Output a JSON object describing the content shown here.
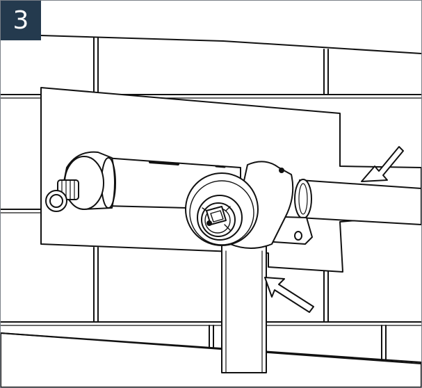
{
  "step": {
    "number": "3"
  },
  "figure": {
    "style": "line-art",
    "stroke_color": "#111111",
    "fill_color": "#ffffff",
    "badge_color": "#243a4e",
    "arrows": 2
  }
}
